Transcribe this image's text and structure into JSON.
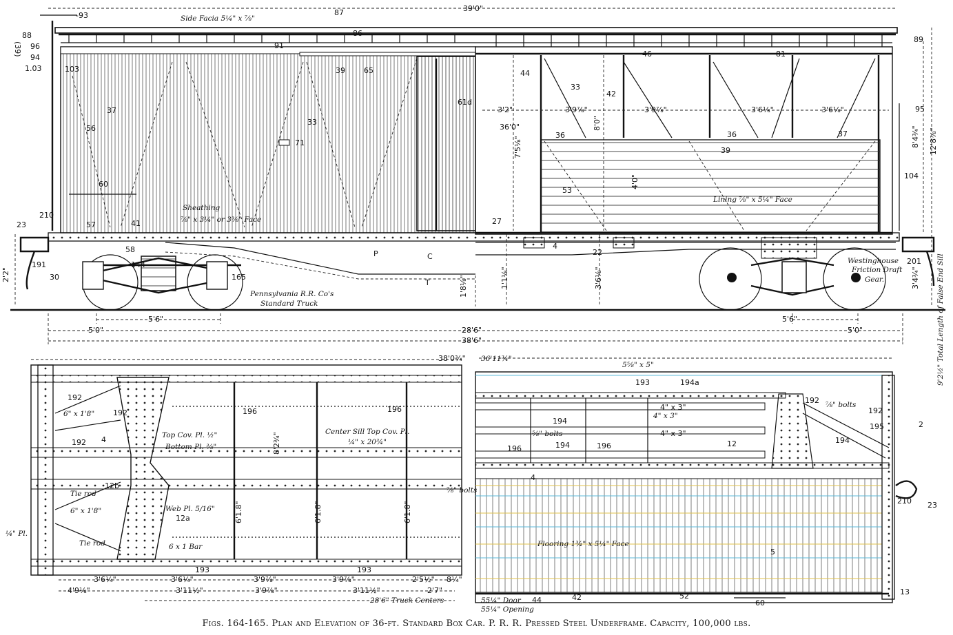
{
  "page_number": "(39)",
  "caption": "Figs. 164-165. Plan and Elevation of 36-ft. Standard Box Car. P. R. R. Pressed Steel Underframe. Capacity, 100,000 lbs.",
  "colors": {
    "ink": "#111111",
    "plan_tint_blue": "#5bb8d8",
    "plan_tint_yellow": "#e0c24a"
  },
  "labels": {
    "elevation": [
      "-93",
      "Side Facia 5¼\" x ⅞\"",
      "87",
      "86",
      "88",
      "96",
      "94",
      "1.03",
      "103",
      "91",
      "39",
      "65",
      "37",
      "33",
      "56",
      "71",
      "61d",
      "60",
      "Sheathing",
      "⅞\" x 3¼\" or 3⅜\" Face",
      "41",
      "57",
      "210",
      "23",
      "58",
      "191",
      "30",
      "144",
      "165",
      "Pennsylvania R.R. Co's",
      "Standard Truck",
      "P",
      "C",
      "T",
      "27",
      "4",
      "22",
      "44",
      "33",
      "42",
      "46",
      "81",
      "89",
      "95",
      "36",
      "36",
      "37",
      "39",
      "53",
      "Lining ⅞\" x 5¼\" Face",
      "104",
      "201",
      "Westinghouse",
      "Friction Draft",
      "Gear.",
      "3'2\"",
      "36'0\"",
      "7'5⅛\"",
      "8'0\"",
      "4'0\"",
      "3'9⅞\"",
      "3'9⅞\"",
      "3'6⅛\"",
      "3'6⅛\"",
      "12'8⅞\"",
      "8'4¾\"",
      "3'4¾\"",
      "3'6⅛\"",
      "1'1⅛\"",
      "1'8⅛\"",
      "2'2\"",
      "39'0\"",
      "5'0\"",
      "5'6\"",
      "28'6\"",
      "38'6\"",
      "5'6\"",
      "5'0\""
    ],
    "plan_left": [
      "38'0¾\"",
      "192",
      "192",
      "192",
      "6\" x 1'8\"",
      "4",
      "Top Cov. Pl. ½\"",
      "Bottom Pl. ⅜\"",
      "196",
      "196",
      "Center Sill Top Cov. Pl.",
      "¼\" x 20¾\"",
      "8'2¾\"",
      "12b",
      "Tie rod",
      "6\" x 1'8\"",
      "Web Pl. 5/16\"",
      "12a",
      "6'1.8\"",
      "6'1.8\"",
      "6'1.8\"",
      "⅞\" bolts",
      "Tie rod",
      "6 x 1 Bar",
      "¼\" Pl.",
      "193",
      "193",
      "3'6¼\"",
      "3'6¼\"",
      "3'9⅞\"",
      "3'9⅞\"",
      "2'5½\"",
      "8¼\"",
      "4'9⅛\"",
      "3'11½\"",
      "3'9⅞\"",
      "3'11½\"",
      "2'7\"",
      "28'6\" Truck Centers"
    ],
    "plan_right": [
      "36'11¾\"",
      "5⅝\" x 5\"",
      "193",
      "194a",
      "192",
      "⅞\" bolts",
      "192",
      "194",
      "4\" x 3\"",
      "4\" x 3\"",
      "⅝\" bolts",
      "196",
      "194",
      "196",
      "195",
      "194",
      "2",
      "12",
      "4",
      "210",
      "23",
      "9'2½\" Total Length of False End Sill",
      "Flooring 1¾\" x 5¼\" Face",
      "44",
      "42",
      "52",
      "60",
      "13",
      "55¼\" Door",
      "55¼\" Opening",
      "5",
      "4\" x 3\""
    ]
  }
}
